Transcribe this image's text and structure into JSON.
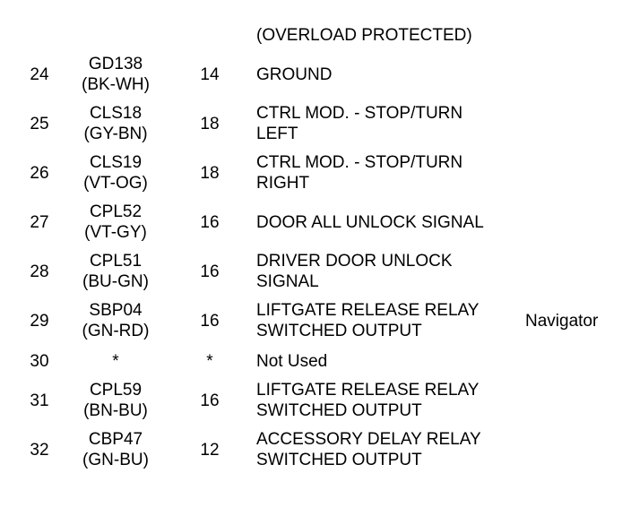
{
  "header_note": "(OVERLOAD PROTECTED)",
  "side_note": "Navigator",
  "rows": [
    {
      "pin": "24",
      "circuit": "GD138",
      "color": "(BK-WH)",
      "gauge": "14",
      "function": [
        "GROUND"
      ]
    },
    {
      "pin": "25",
      "circuit": "CLS18",
      "color": "(GY-BN)",
      "gauge": "18",
      "function": [
        "CTRL MOD. - STOP/TURN",
        "LEFT"
      ]
    },
    {
      "pin": "26",
      "circuit": "CLS19",
      "color": "(VT-OG)",
      "gauge": "18",
      "function": [
        "CTRL MOD. - STOP/TURN",
        "RIGHT"
      ]
    },
    {
      "pin": "27",
      "circuit": "CPL52",
      "color": "(VT-GY)",
      "gauge": "16",
      "function": [
        "DOOR ALL UNLOCK SIGNAL"
      ]
    },
    {
      "pin": "28",
      "circuit": "CPL51",
      "color": "(BU-GN)",
      "gauge": "16",
      "function": [
        "DRIVER DOOR UNLOCK",
        "SIGNAL"
      ]
    },
    {
      "pin": "29",
      "circuit": "SBP04",
      "color": "(GN-RD)",
      "gauge": "16",
      "function": [
        "LIFTGATE RELEASE RELAY",
        "SWITCHED OUTPUT"
      ]
    },
    {
      "pin": "30",
      "circuit": "*",
      "color": "",
      "gauge": "*",
      "function": [
        "Not Used"
      ]
    },
    {
      "pin": "31",
      "circuit": "CPL59",
      "color": "(BN-BU)",
      "gauge": "16",
      "function": [
        "LIFTGATE RELEASE RELAY",
        "SWITCHED OUTPUT"
      ]
    },
    {
      "pin": "32",
      "circuit": "CBP47",
      "color": "(GN-BU)",
      "gauge": "12",
      "function": [
        "ACCESSORY DELAY RELAY",
        "SWITCHED OUTPUT"
      ]
    }
  ]
}
